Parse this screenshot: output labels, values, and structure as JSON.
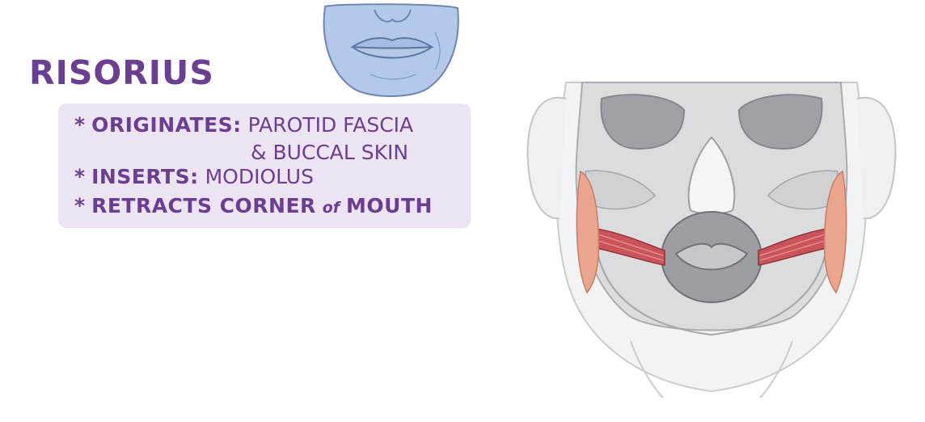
{
  "title": "RISORIUS",
  "facts": {
    "star": "*",
    "originates_label": "ORIGINATES:",
    "originates_value_line1": "PAROTID FASCIA",
    "originates_value_line2": "& BUCCAL SKIN",
    "inserts_label": "INSERTS:",
    "inserts_value": "MODIOLUS",
    "action_part1": "RETRACTS CORNER",
    "action_part2": "of",
    "action_part3": "MOUTH"
  },
  "colors": {
    "title": "#6a3e93",
    "box_background": "#ede4f3",
    "face_thumb": "#b4c9ea",
    "muscle": "#c9545a",
    "fascia": "#eba58c",
    "skull": "#c9cccf"
  },
  "illustrations": {
    "thumbnail": "lower-face-lips",
    "main": "skull-with-risorius-muscle"
  }
}
